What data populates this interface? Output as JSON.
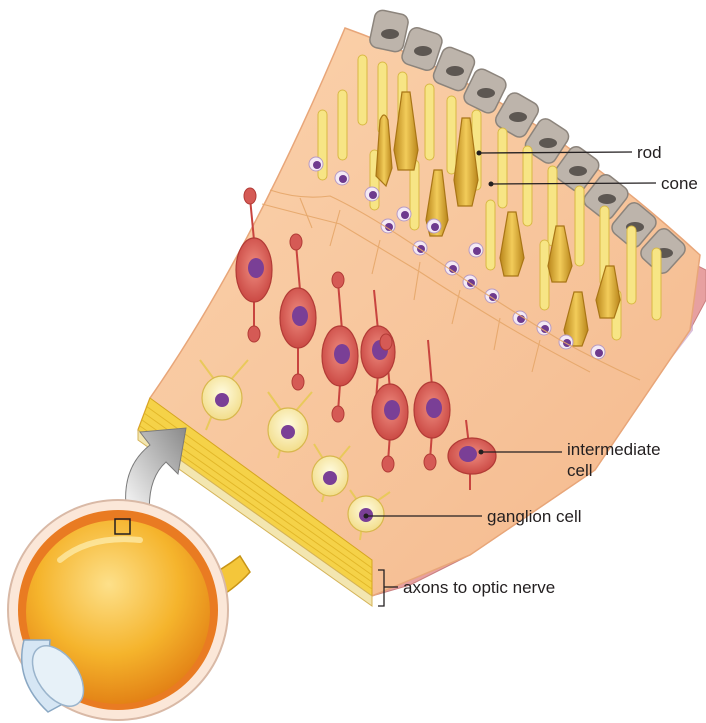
{
  "labels": {
    "rod": "rod",
    "cone": "cone",
    "intermediate_line1": "intermediate",
    "intermediate_line2": "cell",
    "ganglion": "ganglion cell",
    "axons": "axons to optic nerve"
  },
  "colors": {
    "tissue": "#f7c79c",
    "tissue_edge": "#e8a679",
    "pigment_cell": "#b9b1a8",
    "pigment_nucleus": "#5d5752",
    "rod": "#f6e27c",
    "cone": "#d9a52a",
    "intermediate_cell": "#d55a55",
    "nucleus": "#7a3f96",
    "ganglion_cell": "#f8ebaa",
    "nerve_fibers": "#f3cf3a",
    "eye_interior": "#f1a522",
    "arrow": "#9a9a9a"
  }
}
